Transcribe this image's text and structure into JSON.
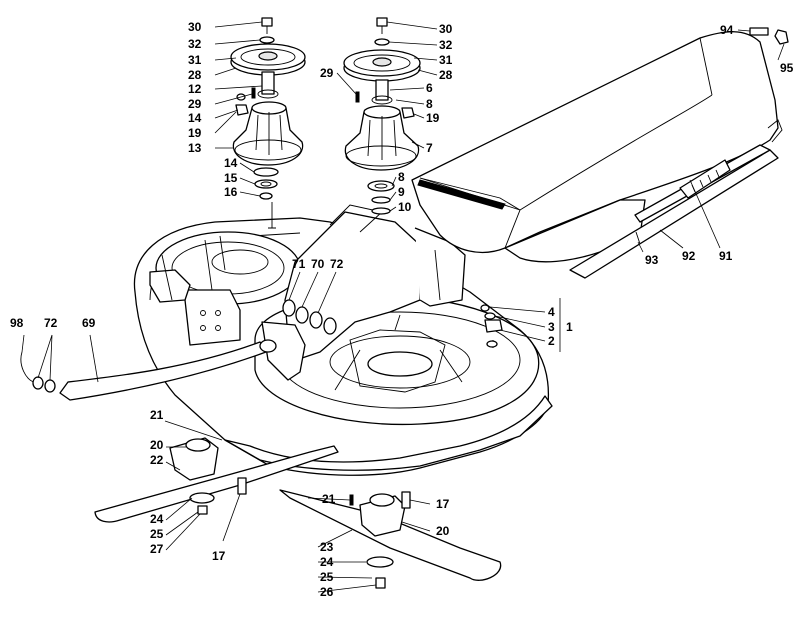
{
  "diagram": {
    "labels": [
      {
        "id": "l30a",
        "text": "30"
      },
      {
        "id": "l32a",
        "text": "32"
      },
      {
        "id": "l31a",
        "text": "31"
      },
      {
        "id": "l28a",
        "text": "28"
      },
      {
        "id": "l12",
        "text": "12"
      },
      {
        "id": "l29a",
        "text": "29"
      },
      {
        "id": "l14a",
        "text": "14"
      },
      {
        "id": "l19a",
        "text": "19"
      },
      {
        "id": "l13",
        "text": "13"
      },
      {
        "id": "l14b",
        "text": "14"
      },
      {
        "id": "l15",
        "text": "15"
      },
      {
        "id": "l16",
        "text": "16"
      },
      {
        "id": "l30b",
        "text": "30"
      },
      {
        "id": "l32b",
        "text": "32"
      },
      {
        "id": "l31b",
        "text": "31"
      },
      {
        "id": "l28b",
        "text": "28"
      },
      {
        "id": "l29b",
        "text": "29"
      },
      {
        "id": "l6",
        "text": "6"
      },
      {
        "id": "l8a",
        "text": "8"
      },
      {
        "id": "l19b",
        "text": "19"
      },
      {
        "id": "l7",
        "text": "7"
      },
      {
        "id": "l8b",
        "text": "8"
      },
      {
        "id": "l9",
        "text": "9"
      },
      {
        "id": "l10",
        "text": "10"
      },
      {
        "id": "l94",
        "text": "94"
      },
      {
        "id": "l95",
        "text": "95"
      },
      {
        "id": "l93",
        "text": "93"
      },
      {
        "id": "l92",
        "text": "92"
      },
      {
        "id": "l91",
        "text": "91"
      },
      {
        "id": "l71",
        "text": "71"
      },
      {
        "id": "l70",
        "text": "70"
      },
      {
        "id": "l72a",
        "text": "72"
      },
      {
        "id": "l4",
        "text": "4"
      },
      {
        "id": "l3",
        "text": "3"
      },
      {
        "id": "l1",
        "text": "1"
      },
      {
        "id": "l2",
        "text": "2"
      },
      {
        "id": "l98",
        "text": "98"
      },
      {
        "id": "l72b",
        "text": "72"
      },
      {
        "id": "l69",
        "text": "69"
      },
      {
        "id": "l21a",
        "text": "21"
      },
      {
        "id": "l20a",
        "text": "20"
      },
      {
        "id": "l22",
        "text": "22"
      },
      {
        "id": "l24a",
        "text": "24"
      },
      {
        "id": "l25a",
        "text": "25"
      },
      {
        "id": "l27",
        "text": "27"
      },
      {
        "id": "l17a",
        "text": "17"
      },
      {
        "id": "l21b",
        "text": "21"
      },
      {
        "id": "l17b",
        "text": "17"
      },
      {
        "id": "l20b",
        "text": "20"
      },
      {
        "id": "l23",
        "text": "23"
      },
      {
        "id": "l24b",
        "text": "24"
      },
      {
        "id": "l25b",
        "text": "25"
      },
      {
        "id": "l26",
        "text": "26"
      }
    ]
  }
}
